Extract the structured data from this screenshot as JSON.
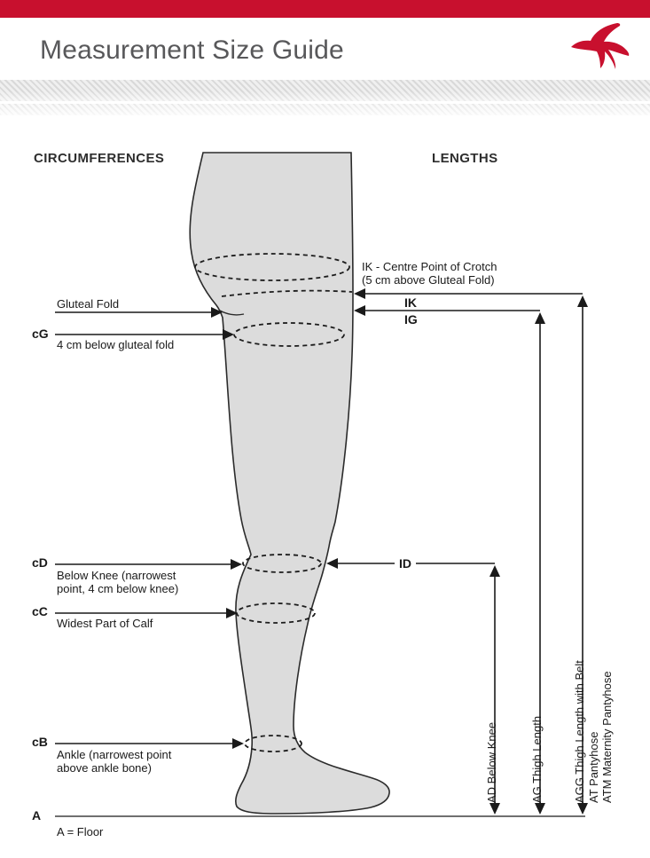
{
  "header": {
    "title": "Measurement Size Guide",
    "logo_icon": "swallow-bird-logo"
  },
  "headings": {
    "circumferences": "CIRCUMFERENCES",
    "lengths": "LENGTHS"
  },
  "circumferences": {
    "gluteal_fold": {
      "label": "Gluteal Fold"
    },
    "cG": {
      "code": "cG",
      "desc": "4 cm below gluteal fold"
    },
    "cD": {
      "code": "cD",
      "desc_lines": [
        "Below Knee (narrowest",
        "point, 4 cm below knee)"
      ]
    },
    "cC": {
      "code": "cC",
      "desc": "Widest Part of Calf"
    },
    "cB": {
      "code": "cB",
      "desc_lines": [
        "Ankle (narrowest point",
        "above ankle bone)"
      ]
    },
    "A": {
      "code": "A",
      "desc": "A = Floor"
    }
  },
  "lengths": {
    "ik_note_lines": [
      "IK - Centre Point of Crotch",
      "(5 cm above Gluteal Fold)"
    ],
    "IK": "IK",
    "IG": "IG",
    "ID": "ID",
    "AD": "AD Below Knee",
    "AG": "AG Thigh Length",
    "AGG": "AGG Thigh Length with Belt",
    "AT": "AT Pantyhose",
    "ATM": "ATM Maternity Pantyhose"
  },
  "colors": {
    "accent_red": "#c8102e",
    "leg_fill": "#dcdcdc",
    "line_dark": "#1a1a1a",
    "title_gray": "#58585a"
  }
}
